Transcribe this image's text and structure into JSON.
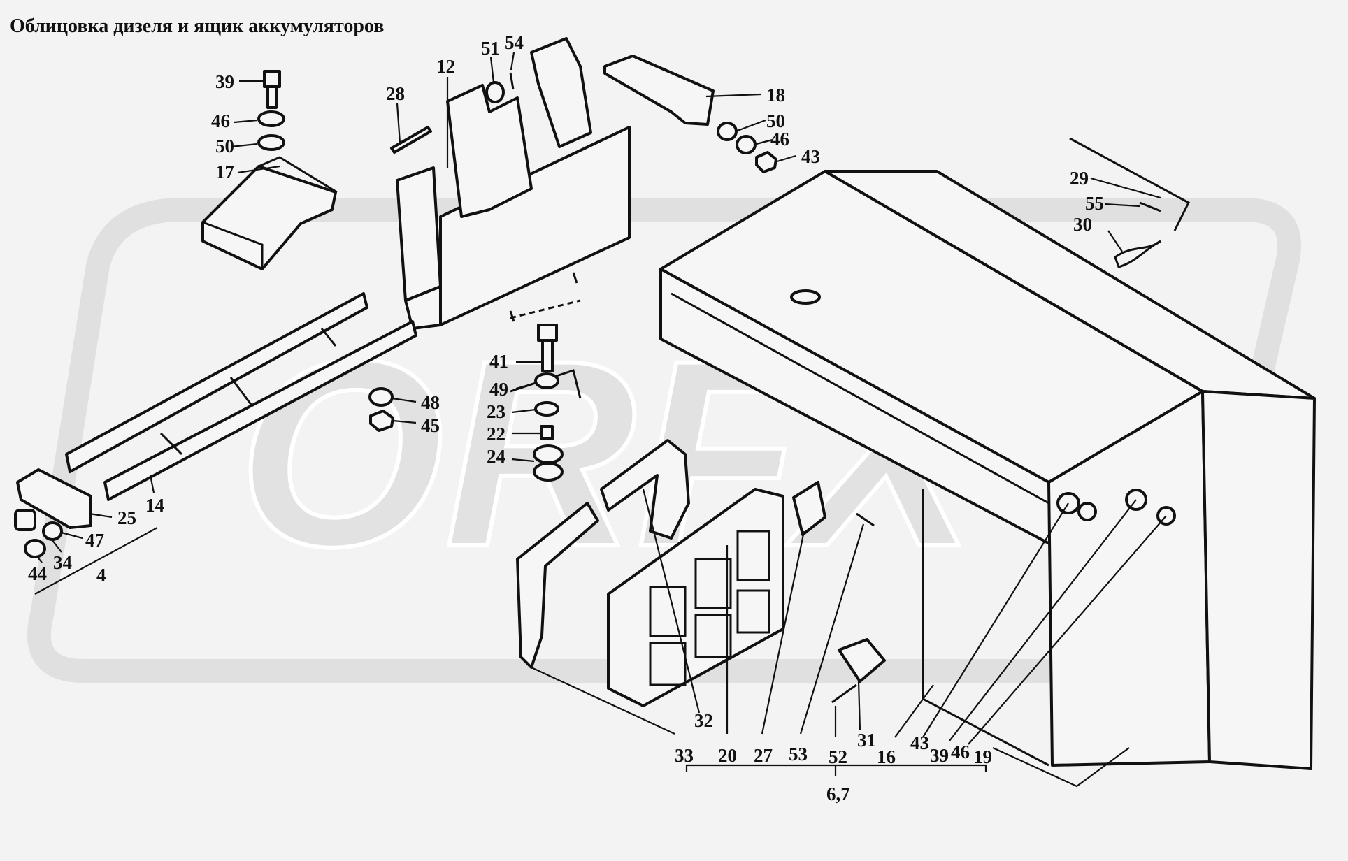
{
  "title": "Облицовка дизеля и ящик аккумуляторов",
  "watermark": "ORFX",
  "callouts": {
    "c39a": "39",
    "c46a": "46",
    "c50a": "50",
    "c17": "17",
    "c28": "28",
    "c12": "12",
    "c51": "51",
    "c54": "54",
    "c18": "18",
    "c50b": "50",
    "c46b": "46",
    "c43a": "43",
    "c29": "29",
    "c55": "55",
    "c30": "30",
    "c41": "41",
    "c49": "49",
    "c23": "23",
    "c22": "22",
    "c24": "24",
    "c48": "48",
    "c45": "45",
    "c25": "25",
    "c14": "14",
    "c47": "47",
    "c44": "44",
    "c34": "34",
    "c4": "4",
    "c32": "32",
    "c33": "33",
    "c20": "20",
    "c27": "27",
    "c53": "53",
    "c52": "52",
    "c31": "31",
    "c16": "16",
    "c43b": "43",
    "c39b": "39",
    "c46c": "46",
    "c19": "19",
    "c67": "6,7"
  }
}
